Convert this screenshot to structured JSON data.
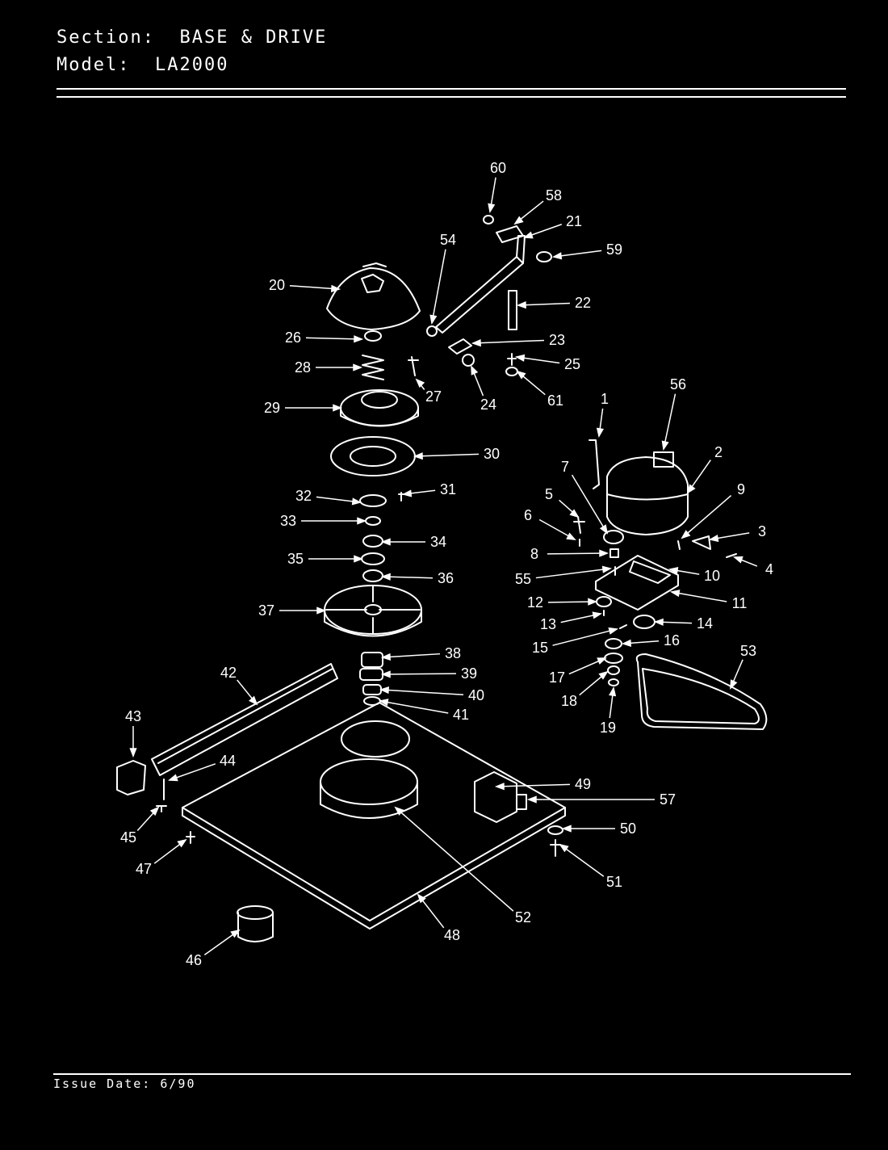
{
  "header": {
    "section_label": "Section:",
    "section_value": "BASE & DRIVE",
    "model_label": "Model:",
    "model_value": "LA2000"
  },
  "footer": {
    "issue_label": "Issue Date:",
    "issue_value": "6/90"
  },
  "callouts": [
    "1",
    "2",
    "3",
    "4",
    "5",
    "6",
    "7",
    "8",
    "9",
    "10",
    "11",
    "12",
    "13",
    "14",
    "15",
    "16",
    "17",
    "18",
    "19",
    "20",
    "21",
    "22",
    "23",
    "24",
    "25",
    "26",
    "27",
    "28",
    "29",
    "30",
    "31",
    "32",
    "33",
    "34",
    "35",
    "36",
    "37",
    "38",
    "39",
    "40",
    "41",
    "42",
    "43",
    "44",
    "45",
    "46",
    "47",
    "48",
    "49",
    "50",
    "51",
    "52",
    "53",
    "54",
    "55",
    "56",
    "57",
    "58",
    "59",
    "60",
    "61"
  ],
  "colors": {
    "background": "#000000",
    "ink": "#ffffff"
  }
}
